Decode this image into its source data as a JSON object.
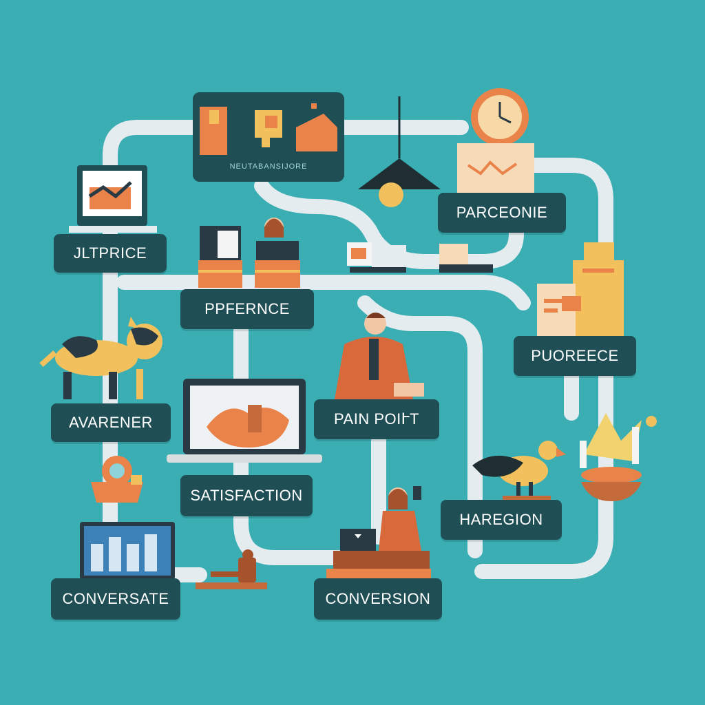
{
  "colors": {
    "background": "#3aaeb3",
    "path": "#e4ecef",
    "label_bg": "#1f4f55",
    "accent_orange": "#e9834a",
    "accent_yellow": "#f2c15d",
    "dark": "#2a3a44"
  },
  "top_card": {
    "caption": "NEUTABANSIJORE"
  },
  "labels": {
    "jltprice": "JLTPRICE",
    "parceonie": "PARCEONIE",
    "pferernce": "PPFERNCE",
    "puoreece": "PUOREECE",
    "avarener": "AVARENER",
    "pain_point": "PAIN POIՒT",
    "satisfaction": "SATISFACTION",
    "haregion": "HAREGION",
    "conversate": "CONVERSATE",
    "conversion": "CONVERSION"
  },
  "icons": [
    "laptop-chart-icon",
    "people-boxes-icon",
    "pendant-lamp-icon",
    "clock-icon",
    "shop-box-icon",
    "desk-workers-icon",
    "register-icon",
    "cash-machine-icon",
    "documents-icon",
    "dog-icon",
    "laptop-map-icon",
    "businessman-icon",
    "crown-icon",
    "bird-icon",
    "robot-icon",
    "bar-chart-icon",
    "gavel-icon",
    "woman-phone-icon"
  ]
}
